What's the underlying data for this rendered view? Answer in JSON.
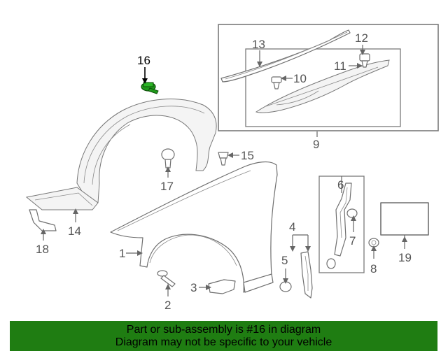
{
  "diagram": {
    "callouts": [
      {
        "id": "c1",
        "label": "1"
      },
      {
        "id": "c2",
        "label": "2"
      },
      {
        "id": "c3",
        "label": "3"
      },
      {
        "id": "c4",
        "label": "4"
      },
      {
        "id": "c5",
        "label": "5"
      },
      {
        "id": "c6",
        "label": "6"
      },
      {
        "id": "c7",
        "label": "7"
      },
      {
        "id": "c8",
        "label": "8"
      },
      {
        "id": "c9",
        "label": "9"
      },
      {
        "id": "c10",
        "label": "10"
      },
      {
        "id": "c11",
        "label": "11"
      },
      {
        "id": "c12",
        "label": "12"
      },
      {
        "id": "c13",
        "label": "13"
      },
      {
        "id": "c14",
        "label": "14"
      },
      {
        "id": "c15",
        "label": "15"
      },
      {
        "id": "c16",
        "label": "16",
        "highlighted": true
      },
      {
        "id": "c17",
        "label": "17"
      },
      {
        "id": "c18",
        "label": "18"
      },
      {
        "id": "c19",
        "label": "19"
      }
    ],
    "highlight_color": "#1f9a1a"
  },
  "banner": {
    "line1": "Part or sub-assembly is #16 in diagram",
    "line2": "Diagram may not be specific to your vehicle",
    "background": "#1f7d12"
  }
}
